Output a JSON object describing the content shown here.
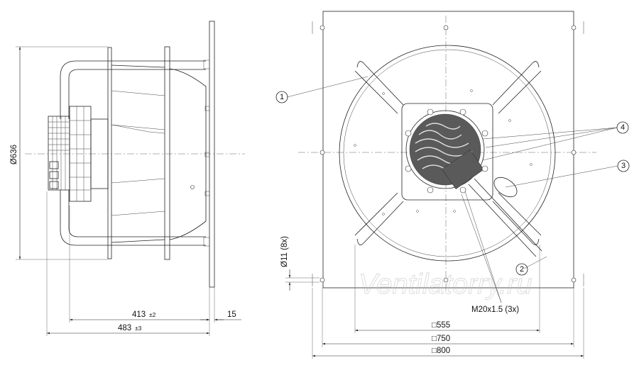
{
  "dimensions": {
    "diameter": "Ø636",
    "length_413": "413",
    "tol_413": "±2",
    "length_483": "483",
    "tol_483": "±3",
    "flange": "15",
    "hole": "Ø11 (8x)",
    "thread": "M20x1.5 (3x)",
    "sq_555": "□555",
    "sq_750": "□750",
    "sq_800": "□800"
  },
  "callouts": {
    "c1": "1",
    "c2": "2",
    "c3": "3",
    "c4": "4"
  },
  "watermark": "Ventilatorry.ru"
}
